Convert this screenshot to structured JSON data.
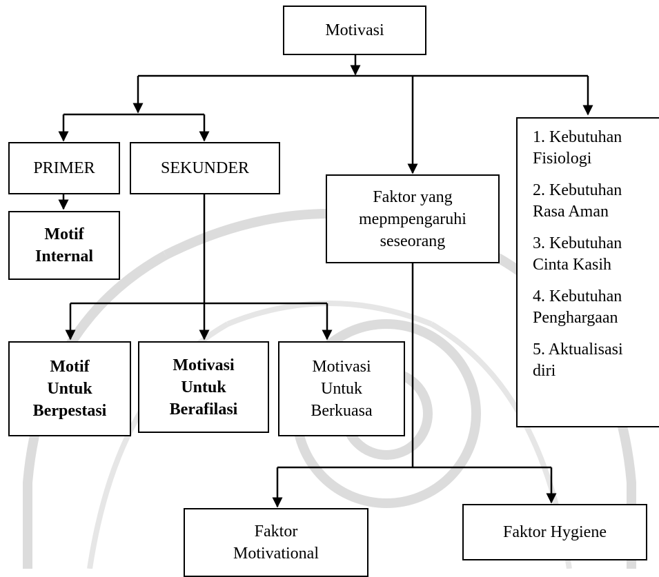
{
  "nodes": {
    "motivasi": "Motivasi",
    "primer": "PRIMER",
    "sekunder": "SEKUNDER",
    "faktor_yang": [
      "Faktor yang",
      "mepmpengaruhi",
      "seseorang"
    ],
    "motif_internal": [
      "Motif",
      "Internal"
    ],
    "motif_berprestasi": [
      "Motif",
      "Untuk",
      "Berpestasi"
    ],
    "motivasi_berafilasi": [
      "Motivasi",
      "Untuk",
      "Berafilasi"
    ],
    "motivasi_berkuasa": [
      "Motivasi",
      "Untuk",
      "Berkuasa"
    ],
    "faktor_motivational": [
      "Faktor",
      "Motivational"
    ],
    "faktor_hygiene": "Faktor Hygiene"
  },
  "needs_list": [
    [
      "1. Kebutuhan",
      "Fisiologi"
    ],
    [
      "2. Kebutuhan",
      "Rasa Aman"
    ],
    [
      "3. Kebutuhan",
      "Cinta Kasih"
    ],
    [
      "4. Kebutuhan",
      "Penghargaan"
    ],
    [
      "5. Aktualisasi",
      "diri"
    ]
  ],
  "colors": {
    "line": "#000000",
    "watermark": "#d9d9d9"
  }
}
